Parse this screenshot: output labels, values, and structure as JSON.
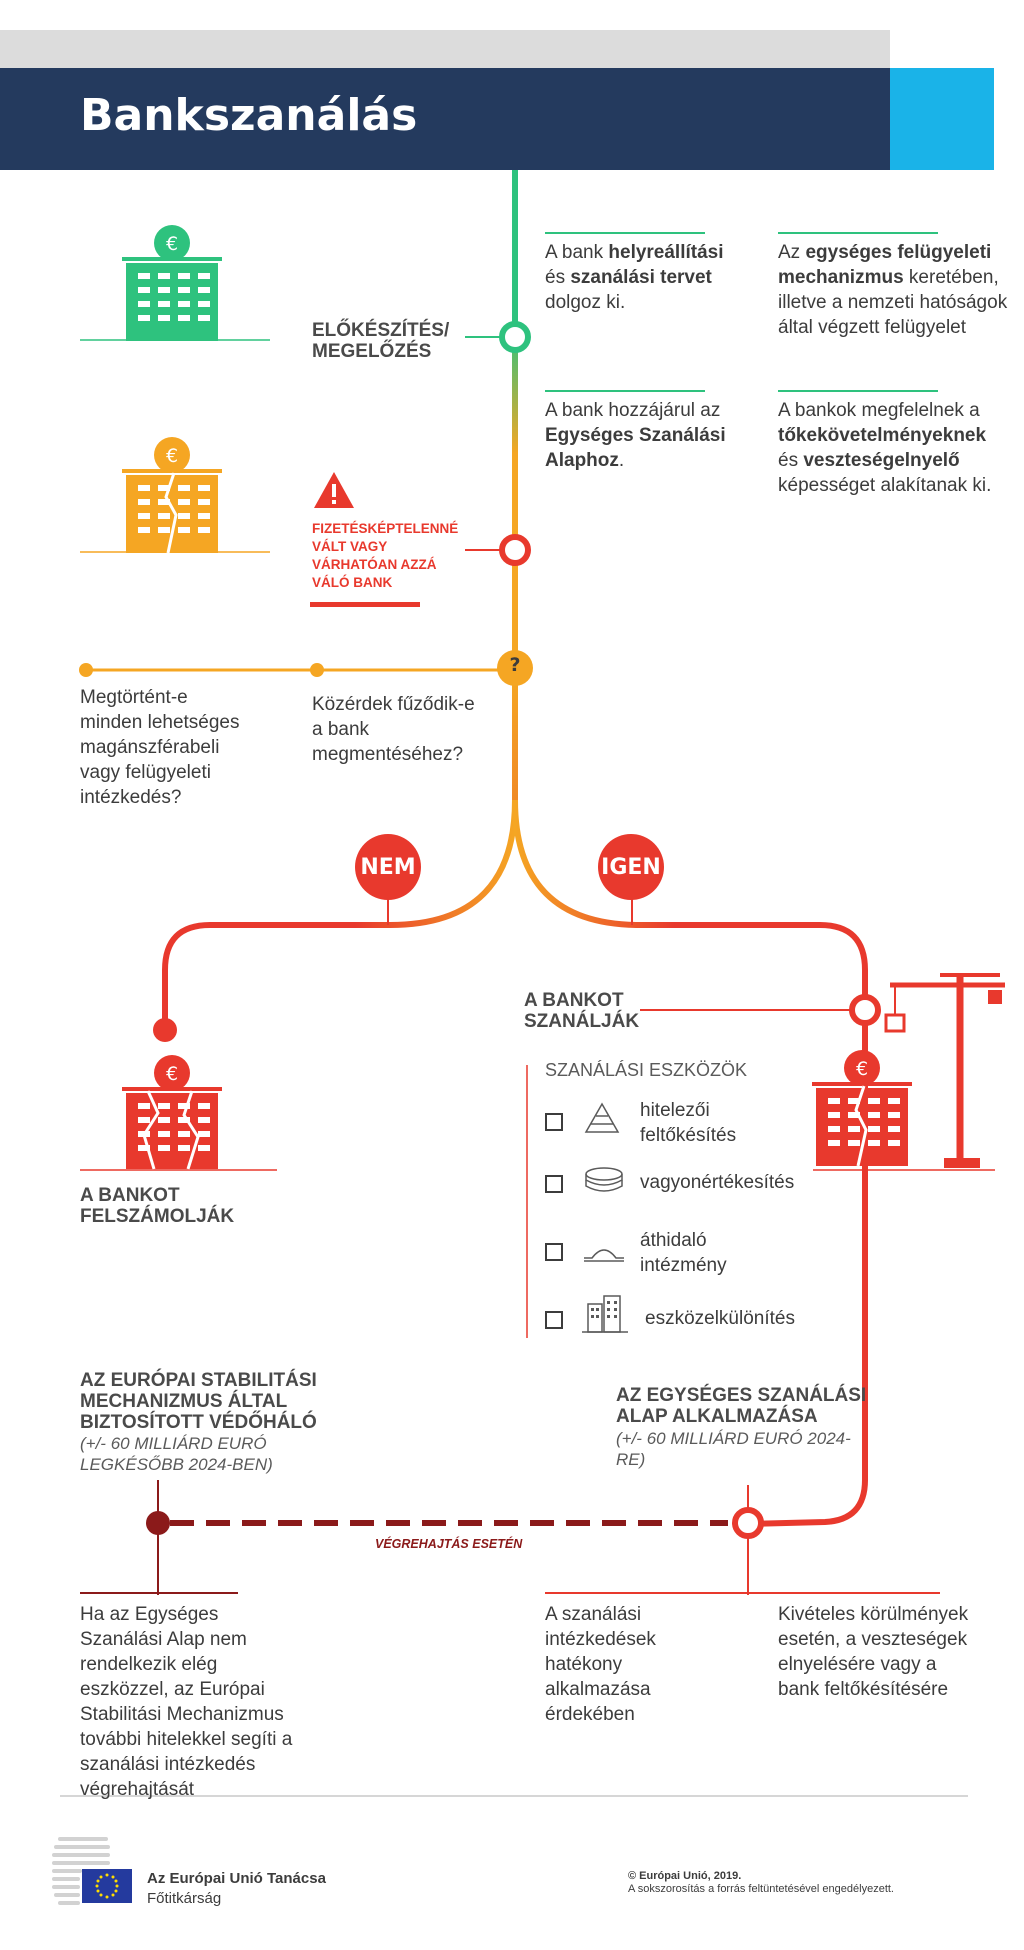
{
  "header": {
    "title": "Bankszanálás"
  },
  "colors": {
    "navy": "#243a5e",
    "cyan": "#1ab3e8",
    "green": "#2ec27e",
    "orange": "#f5a623",
    "red": "#e8392d",
    "darkred": "#8b1a1a"
  },
  "prevention": {
    "label_line1": "ELŐKÉSZÍTÉS/",
    "label_line2": "MEGELŐZÉS",
    "bank_plan": {
      "pre": "A bank ",
      "bold1": "helyreállítási",
      "mid": " és ",
      "bold2": "szanálási tervet",
      "post": " dolgoz ki."
    },
    "supervision": {
      "pre": "Az ",
      "bold1": "egységes felügyeleti mechanizmus",
      "post": " keretében, illetve a nemzeti hatóságok által végzett felügyelet"
    },
    "fund_contrib": {
      "pre": "A bank hozzájárul az ",
      "bold1": "Egységes Szanálási Alaphoz",
      "post": "."
    },
    "capital": {
      "pre": "A bankok megfelelnek a ",
      "bold1": "tőkekövetelményeknek",
      "mid": " és ",
      "bold2": "veszteségelnyelő",
      "post": " képességet alakítanak ki."
    }
  },
  "failing": {
    "icon": "warning-icon",
    "line1": "FIZETÉSKÉPTELENNÉ",
    "line2": "VÁLT VAGY",
    "line3": "VÁRHATÓAN AZZÁ",
    "line4": "VÁLÓ BANK"
  },
  "questions": {
    "marker": "?",
    "q1": "Megtörtént-e minden lehetséges magánszférabeli vagy felügyeleti intézkedés?",
    "q2": "Közérdek fűződik-e a bank megmentéséhez?"
  },
  "branches": {
    "no": "NEM",
    "yes": "IGEN"
  },
  "liquidation": {
    "line1": "A BANKOT",
    "line2": "FELSZÁMOLJÁK"
  },
  "resolution": {
    "line1": "A BANKOT",
    "line2": "SZANÁLJÁK",
    "tools_title": "SZANÁLÁSI ESZKÖZÖK",
    "tools": [
      {
        "label_line1": "hitelezői",
        "label_line2": "feltőkésítés",
        "icon": "pyramid-icon"
      },
      {
        "label_line1": "vagyonértékesítés",
        "label_line2": "",
        "icon": "coins-icon"
      },
      {
        "label_line1": "áthidaló",
        "label_line2": "intézmény",
        "icon": "bridge-icon"
      },
      {
        "label_line1": "eszközelkülönítés",
        "label_line2": "",
        "icon": "buildings-icon"
      }
    ]
  },
  "esm": {
    "line1": "AZ EURÓPAI STABILITÁSI",
    "line2": "MECHANIZMUS ÁLTAL",
    "line3": "BIZTOSÍTOTT VÉDŐHÁLÓ",
    "sub1": "(+/- 60 MILLIÁRD EURÓ",
    "sub2": "LEGKÉSŐBB 2024-BEN)",
    "desc": "Ha az Egységes Szanálási Alap nem rendelkezik elég eszközzel, az Európai Stabilitási Mechanizmus további hitelekkel segíti a szanálási intézkedés végrehajtását"
  },
  "srf": {
    "line1": "AZ EGYSÉGES SZANÁLÁSI",
    "line2": "ALAP ALKALMAZÁSA",
    "sub1": "(+/- 60 MILLIÁRD EURÓ 2024-",
    "sub2": "RE)",
    "desc1": "A szanálási intézkedések hatékony alkalmazása érdekében",
    "desc2": "Kivételes körülmények esetén, a veszteségek elnyelésére vagy a bank feltőkésítésére"
  },
  "dashed_label": "VÉGREHAJTÁS ESETÉN",
  "footer": {
    "org": "Az Európai Unió Tanácsa",
    "dept": "Főtitkárság",
    "copyright": "© Európai Unió, 2019.",
    "note": "A sokszorosítás a forrás feltüntetésével engedélyezett."
  }
}
